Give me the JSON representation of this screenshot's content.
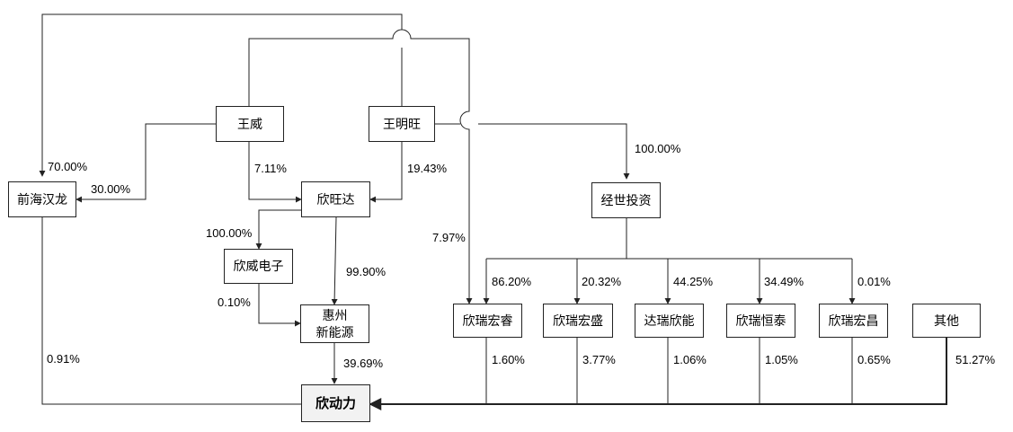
{
  "entities": {
    "qianhai": "前海汉龙",
    "wangwei": "王威",
    "wangmingwang": "王明旺",
    "xinwangda": "欣旺达",
    "jingshi": "经世投资",
    "xinweidianzi": "欣威电子",
    "huizhou_line1": "惠州",
    "huizhou_line2": "新能源",
    "xinruihongrui": "欣瑞宏睿",
    "xinruihongsheng": "欣瑞宏盛",
    "daruixinneng": "达瑞欣能",
    "xinruihengtai": "欣瑞恒泰",
    "xinruihongchang": "欣瑞宏昌",
    "qita": "其他",
    "xindongli": "欣动力"
  },
  "labels": {
    "qianhai_70": "70.00%",
    "wangwei_qianhai_30": "30.00%",
    "wangwei_xinwangda": "7.11%",
    "wmw_xinwangda": "19.43%",
    "wmw_jingshi": "100.00%",
    "wmw_hongrui": "7.97%",
    "xwd_xinwei": "100.00%",
    "xwd_huizhou": "99.90%",
    "xinwei_huizhou": "0.10%",
    "jingshi_hongrui": "86.20%",
    "jingshi_hongsheng": "20.32%",
    "jingshi_daruixinneng": "44.25%",
    "jingshi_hengtai": "34.49%",
    "jingshi_hongchang": "0.01%",
    "qianhai_xdl": "0.91%",
    "huizhou_xdl": "39.69%",
    "hongrui_xdl": "1.60%",
    "hongsheng_xdl": "3.77%",
    "daruixinneng_xdl": "1.06%",
    "hengtai_xdl": "1.05%",
    "hongchang_xdl": "0.65%",
    "qita_xdl": "51.27%"
  },
  "colors": {
    "line": "#222222",
    "target_fill": "#f2f2f2"
  }
}
